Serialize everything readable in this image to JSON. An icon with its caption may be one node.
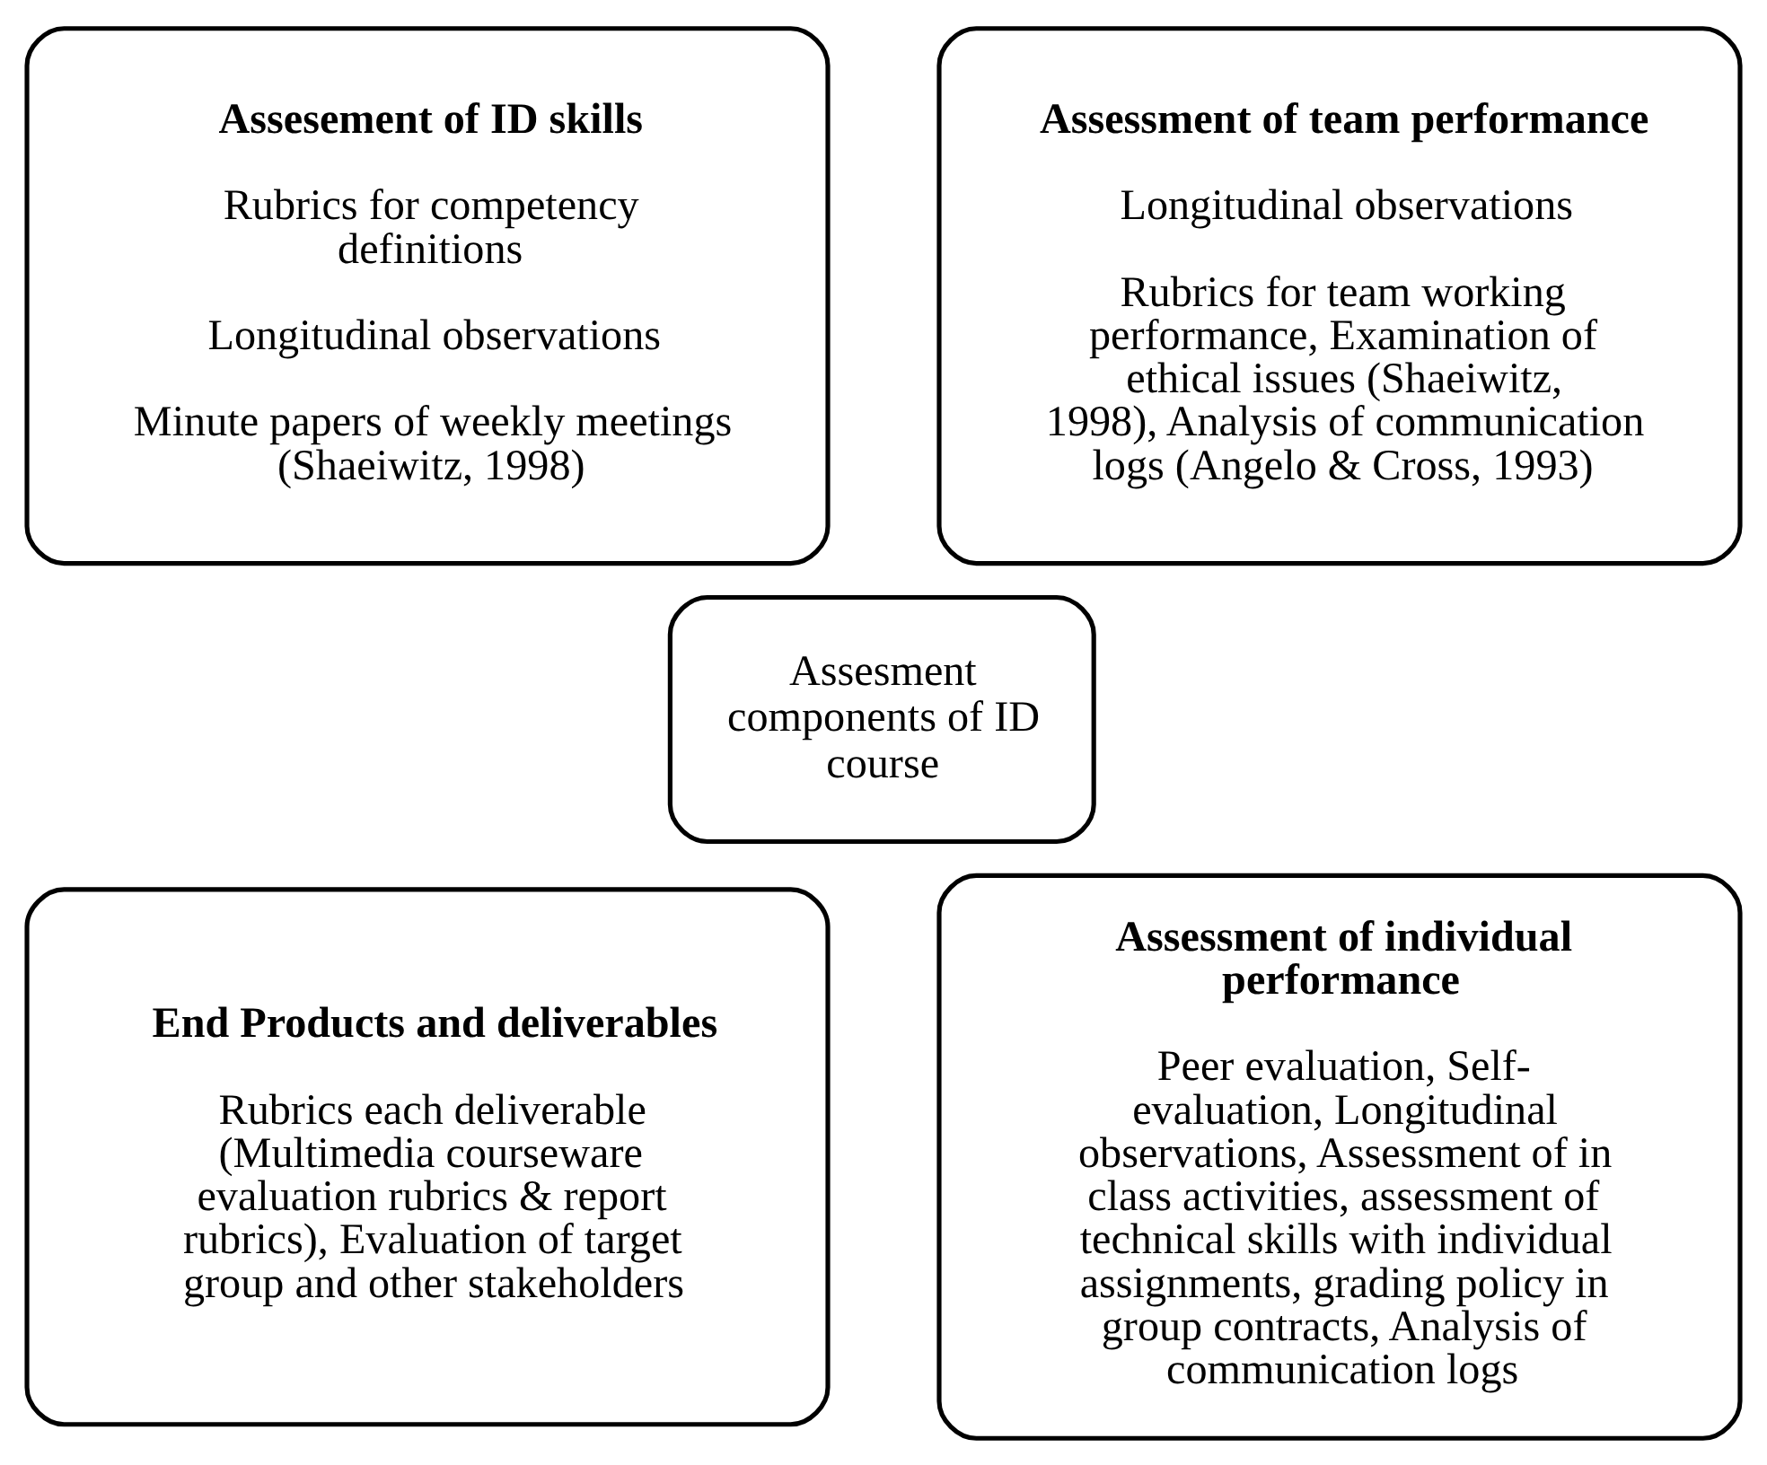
{
  "diagram": {
    "nodes": [
      {
        "text": [
          "Assesement of ID skills",
          "Rubrics for competency definitions",
          "Longitudinal observations",
          "Minute papers of weekly meetings (Shaeiwitz, 1998)"
        ]
      },
      {
        "text": [
          "Assessment of team performance",
          "Longitudinal observations",
          "Rubrics for team working performance, Examination of ethical issues (Shaeiwitz, 1998), Analysis of communication logs (Angelo & Cross, 1993)"
        ]
      },
      {
        "text": [
          "Assesment components of ID course"
        ]
      },
      {
        "text": [
          "End Products and deliverables",
          "Rubrics each deliverable (Multimedia courseware evaluation rubrics & report rubrics), Evaluation of target group and other stakeholders"
        ]
      },
      {
        "text": [
          "Assessment of individual performance",
          "Peer evaluation, Self-evaluation, Longitudinal observations, Assessment of in class activities, assessment of technical skills with individual assignments, grading policy in group contracts, Analysis of communication logs"
        ]
      }
    ],
    "edges": []
  }
}
